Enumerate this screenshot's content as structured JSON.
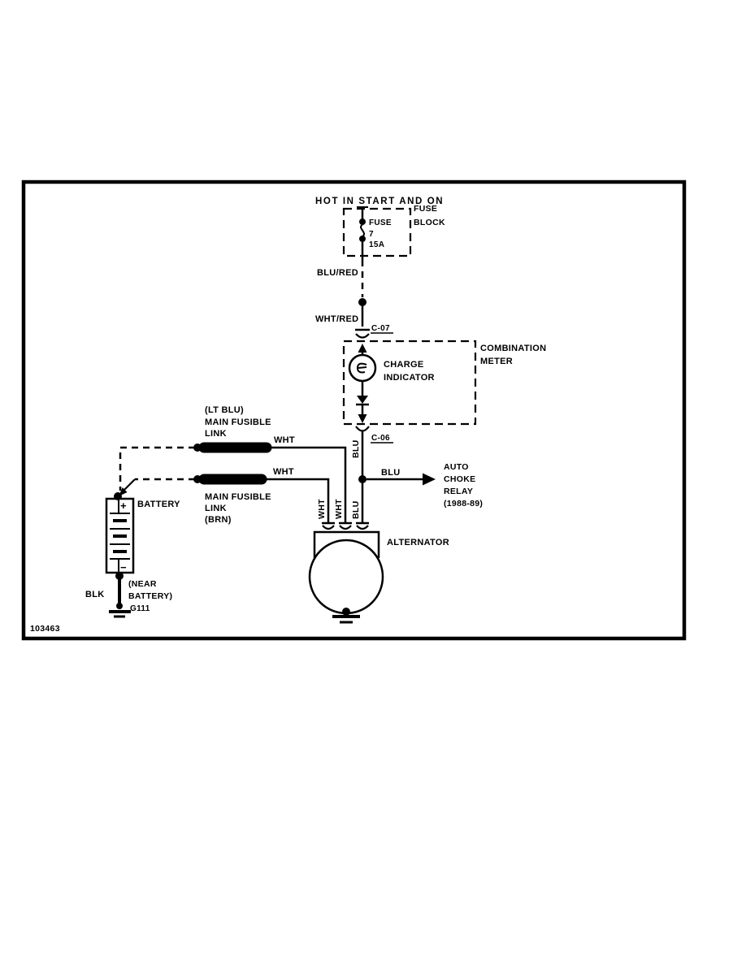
{
  "diagram": {
    "figure_number": "103463",
    "power_feed": {
      "hot_label": "HOT IN START AND ON",
      "fuse_name": "FUSE",
      "fuse_number": "7",
      "fuse_rating": "15A",
      "fuse_block_line1": "FUSE",
      "fuse_block_line2": "BLOCK"
    },
    "wires": {
      "blu_red": "BLU/RED",
      "wht_red": "WHT/RED",
      "blu_meter": "BLU",
      "blu_branch": "BLU",
      "blu_alt": "BLU",
      "wht_link_upper": "WHT",
      "wht_link_lower": "WHT",
      "wht_alt_left": "WHT",
      "wht_alt_right": "WHT",
      "blk_ground": "BLK"
    },
    "connectors": {
      "c07": "C-07",
      "c06": "C-06"
    },
    "combination_meter": {
      "label_line1": "COMBINATION",
      "label_line2": "METER",
      "charge_indicator_line1": "CHARGE",
      "charge_indicator_line2": "INDICATOR"
    },
    "auto_choke_relay": {
      "line1": "AUTO",
      "line2": "CHOKE",
      "line3": "RELAY",
      "line4": "(1988-89)"
    },
    "fusible_links": {
      "upper_line1": "(LT BLU)",
      "upper_line2": "MAIN FUSIBLE",
      "upper_line3": "LINK",
      "lower_line1": "MAIN FUSIBLE",
      "lower_line2": "LINK",
      "lower_line3": "(BRN)"
    },
    "battery": {
      "label": "BATTERY",
      "positive": "+",
      "negative": "−"
    },
    "ground": {
      "location_line1": "(NEAR",
      "location_line2": "BATTERY)",
      "id": "G111"
    },
    "alternator": {
      "label": "ALTERNATOR"
    }
  }
}
